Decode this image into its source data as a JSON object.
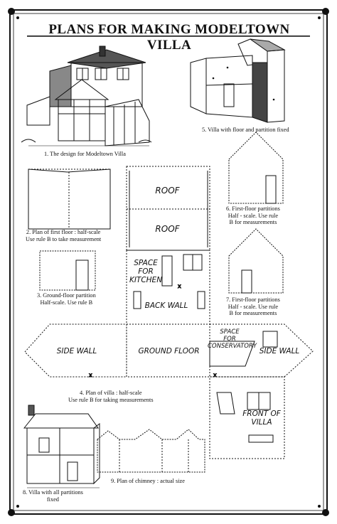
{
  "title": "PLANS FOR MAKING MODELTOWN VILLA",
  "captions": {
    "fig1": "1.  The design for Modeltown Villa",
    "fig2": "2.  Plan of first floor : half-scale\nUse rule B to take measurement",
    "fig3": "3.  Ground-floor partition\nHalf-scale.  Use rule B",
    "fig4": "4.  Plan of villa : half-scale\nUse rule B for taking measurements",
    "fig5": "5.  Villa with floor and partition fixed",
    "fig6": "6.  First-floor partitions\nHalf - scale.   Use  rule\nB  for measurements",
    "fig7": "7.  First-floor partitions\nHalf - scale.   Use  rule\nB  for  measurements",
    "fig8": "8.  Villa with all partitions\nfixed",
    "fig9": "9.  Plan of chimney : actual size"
  },
  "labels": {
    "roof_upper": "ROOF",
    "roof_lower": "ROOF",
    "space_kitchen": "SPACE\nFOR\nKITCHEN",
    "back_wall": "BACK WALL",
    "side_wall_left": "SIDE WALL",
    "ground_floor": "GROUND FLOOR",
    "space_conservatory": "SPACE\nFOR\nCONSERVATORY",
    "side_wall_right": "SIDE WALL",
    "front_of_villa": "FRONT OF\nVILLA"
  }
}
